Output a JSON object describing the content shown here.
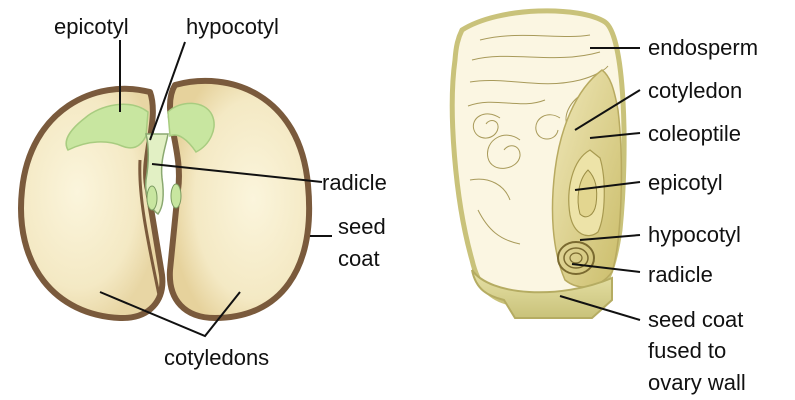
{
  "dicot": {
    "labels": {
      "epicotyl": "epicotyl",
      "hypocotyl": "hypocotyl",
      "radicle": "radicle",
      "seed_coat_1": "seed",
      "seed_coat_2": "coat",
      "cotyledons": "cotyledons"
    }
  },
  "monocot": {
    "labels": {
      "endosperm": "endosperm",
      "cotyledon": "cotyledon",
      "coleoptile": "coleoptile",
      "epicotyl": "epicotyl",
      "hypocotyl": "hypocotyl",
      "radicle": "radicle",
      "seed_coat_1": "seed coat",
      "seed_coat_2": "fused to",
      "seed_coat_3": "ovary wall"
    }
  },
  "colors": {
    "seed_coat": "#7a5a3c",
    "cotyledon_fill": "#f7efc8",
    "cotyledon_shade": "#ead9a8",
    "embryo_green": "#c8e6a0",
    "endosperm": "#fbf6e2",
    "scutellum": "#dccf88",
    "leader_line": "#111111"
  }
}
